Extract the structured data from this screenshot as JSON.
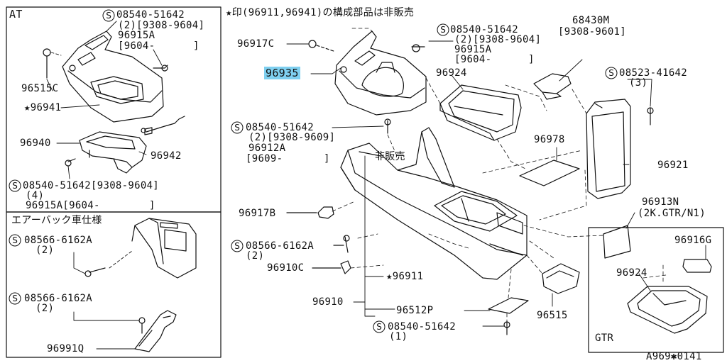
{
  "note": "★印(96911,96941)の構成部品は非販売",
  "footer_code": "A969✱0141",
  "left_top": {
    "title": "AT",
    "p1": "08540-51642",
    "p1q": "(2)[9308-9604]",
    "p2": "96915A",
    "p2r": "[9604-",
    "p2rend": "]",
    "p3": "96515C",
    "p4": "★96941",
    "p5": "96940",
    "p6": "96942",
    "p7": "08540-51642[9308-9604]",
    "p7q": "(4)",
    "p8": "96915A[9604-",
    "p8end": "]"
  },
  "left_bottom": {
    "title": "エアーバック車仕様",
    "p1": "08566-6162A",
    "p1q": "(2)",
    "p2": "08566-6162A",
    "p2q": "(2)",
    "p3": "96991Q"
  },
  "main": {
    "p96917c": "96917C",
    "p96935": "96935",
    "s1": "08540-51642",
    "s1q": "(2)[9308-9604]",
    "s1b": "96915A",
    "s1r": "[9604-",
    "s1rend": "]",
    "p96924": "96924",
    "p68430": "68430M",
    "p68430r": "[9308-9601]",
    "s2": "08523-41642",
    "s2q": "(3)",
    "s3": "08540-51642",
    "s3q": "(2)[9308-9609]",
    "s3b": "96912A",
    "s3r": "[9609-",
    "s3rend": "]",
    "hihanbai": "非販売",
    "p96978": "96978",
    "p96921": "96921",
    "p96917b": "96917B",
    "p96913n": "96913N",
    "p96913nq": "(2K.GTR/N1)",
    "s4": "08566-6162A",
    "s4q": "(2)",
    "p96910c": "96910C",
    "p96911": "★96911",
    "p96910": "96910",
    "p96512p": "96512P",
    "p96515": "96515",
    "s5": "08540-51642",
    "s5q": "(1)"
  },
  "gtr_box": {
    "p96916g": "96916G",
    "p96924": "96924",
    "title": "GTR"
  },
  "colors": {
    "line": "#111111",
    "highlight": "#7fd0f0"
  }
}
